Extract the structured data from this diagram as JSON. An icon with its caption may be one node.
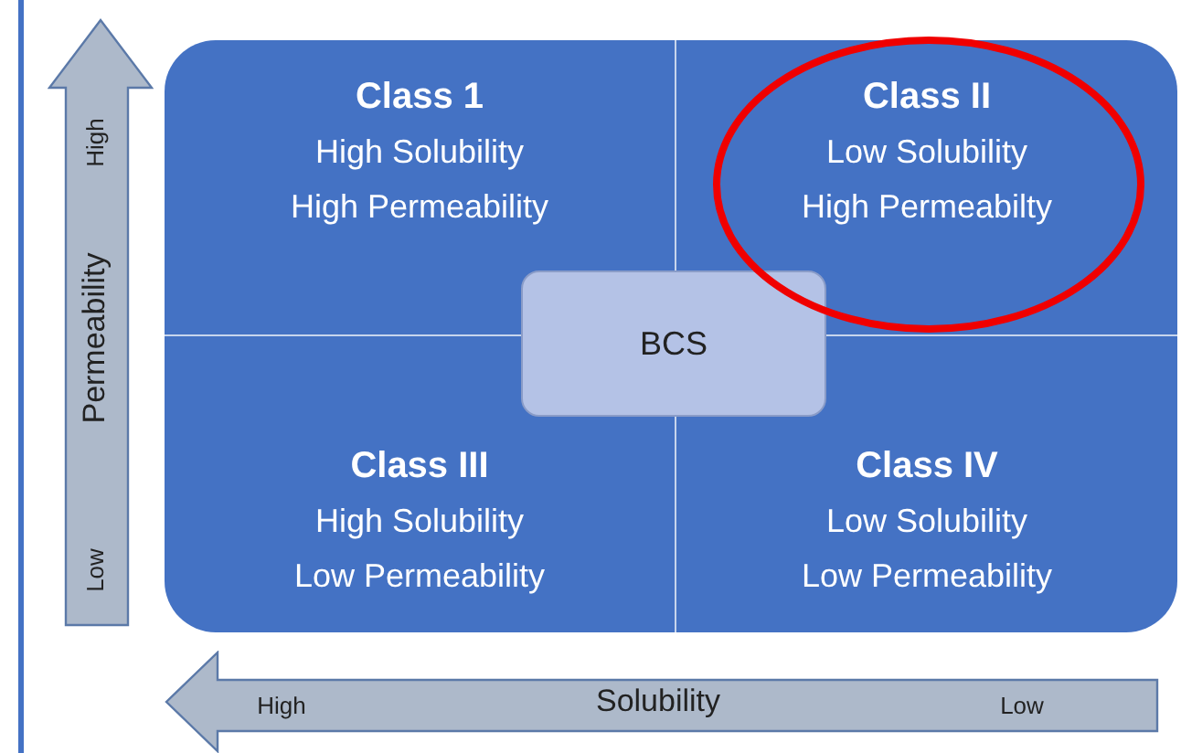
{
  "diagram": {
    "nodes": [
      {
        "text": [],
        "shape": "box"
      },
      {
        "text": [
          "Class 1",
          "High Solubility",
          "High Permeability"
        ],
        "in": 0
      },
      {
        "text": [
          "Class II",
          "Low Solubility",
          "High Permeabilty"
        ],
        "in": 0
      },
      {
        "text": [
          "Class III",
          "High Solubility",
          "Low Permeability"
        ],
        "in": 0
      },
      {
        "text": [
          "Class IV",
          "Low Solubility",
          "Low Permeability"
        ],
        "in": 0
      },
      {
        "text": [
          "BCS"
        ],
        "in": 0
      },
      {
        "text": [
          "High",
          "Permeability",
          "Low"
        ]
      },
      {
        "text": [
          "High",
          "Solubility",
          "Low"
        ]
      }
    ]
  }
}
